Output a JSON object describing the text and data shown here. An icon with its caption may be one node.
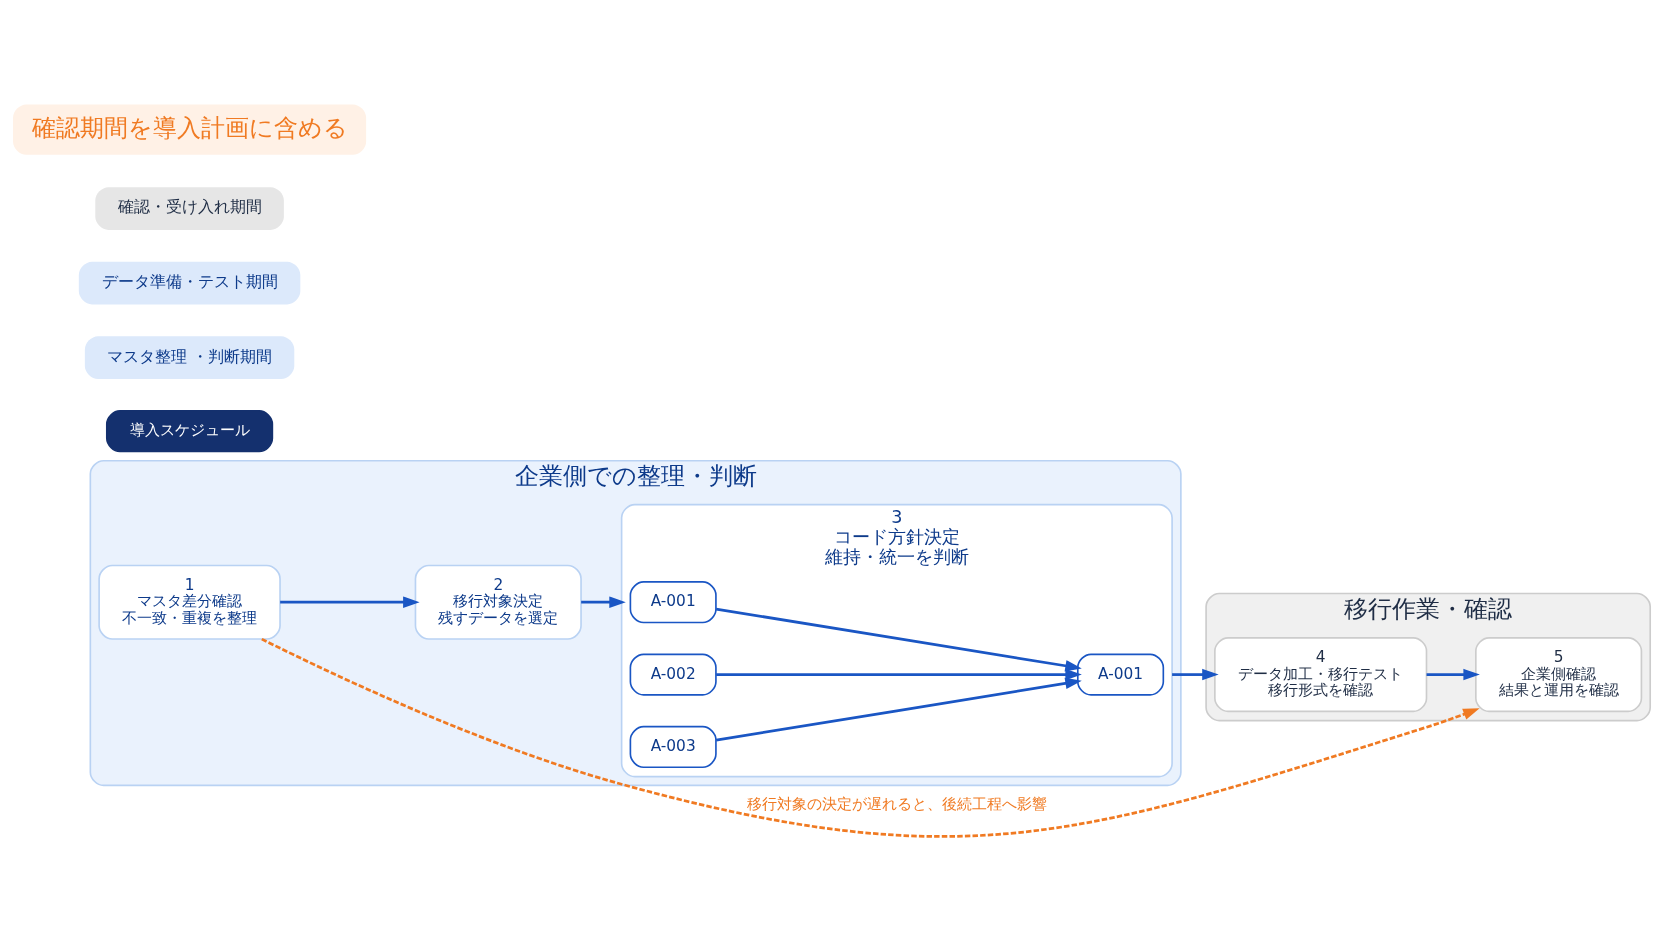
{
  "diagram": {
    "nodes": [
      {
        "text": [
          "企業側での整理・判断"
        ]
      },
      {
        "text": [
          "1",
          "マスタ差分確認",
          "不一致・重複を整理"
        ],
        "in": 0
      },
      {
        "text": [
          "2",
          "移行対象決定",
          "残すデータを選定"
        ],
        "in": 0
      },
      {
        "text": [
          "3",
          "コード方針決定",
          "維持・統一を判断"
        ],
        "in": 0
      },
      {
        "text": [
          "A-001"
        ],
        "in": 3
      },
      {
        "text": [
          "A-002"
        ],
        "in": 3
      },
      {
        "text": [
          "A-003"
        ],
        "in": 3
      },
      {
        "text": [
          "A-001"
        ],
        "in": 3
      },
      {
        "text": [
          "移行作業・確認"
        ]
      },
      {
        "text": [
          "4",
          "データ加工・移行テスト",
          "移行形式を確認"
        ],
        "in": 8
      },
      {
        "text": [
          "5",
          "企業側確認",
          "結果と運用を確認"
        ],
        "in": 8
      },
      {
        "text": [
          "導入スケジュール"
        ]
      }
    ],
    "edges": [
      {
        "from": 1,
        "to": 2,
        "arrow": "to"
      },
      {
        "from": 2,
        "to": 3,
        "arrow": "to"
      },
      {
        "from": 4,
        "to": 7,
        "arrow": "to"
      },
      {
        "from": 5,
        "to": 7,
        "arrow": "to"
      },
      {
        "from": 6,
        "to": 7,
        "arrow": "to"
      },
      {
        "from": 3,
        "to": 9,
        "arrow": "to"
      },
      {
        "from": 9,
        "to": 10,
        "arrow": "to"
      },
      {
        "from": 1,
        "to": 10,
        "arrow": "to",
        "style": "dashed",
        "color": "#f07a22",
        "label": "移行対象の決定が遅れると、後続工程へ影響"
      }
    ],
    "labels": [
      "マスタ整理 ・判断期間",
      "データ準備・テスト期間",
      "確認・受け入れ期間",
      "確認期間を導入計画に含める"
    ]
  }
}
